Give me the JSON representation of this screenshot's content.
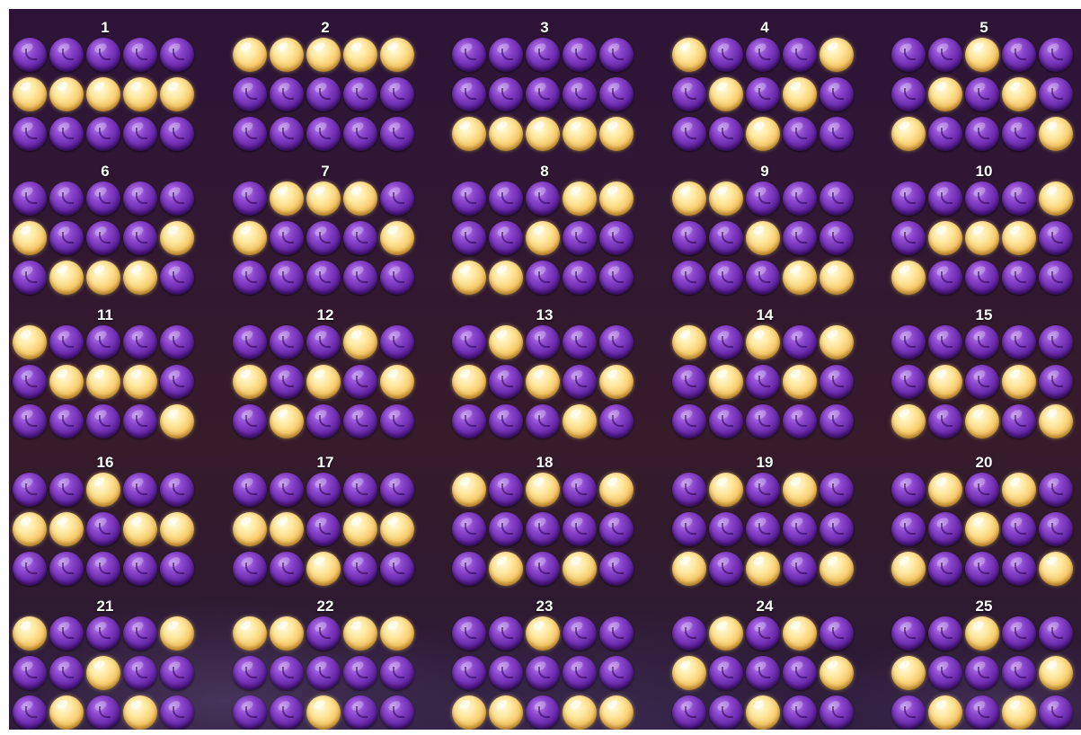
{
  "paylines": [
    {
      "label": "1",
      "rows": [
        [
          0,
          0,
          0,
          0,
          0
        ],
        [
          1,
          1,
          1,
          1,
          1
        ],
        [
          0,
          0,
          0,
          0,
          0
        ]
      ]
    },
    {
      "label": "2",
      "rows": [
        [
          1,
          1,
          1,
          1,
          1
        ],
        [
          0,
          0,
          0,
          0,
          0
        ],
        [
          0,
          0,
          0,
          0,
          0
        ]
      ]
    },
    {
      "label": "3",
      "rows": [
        [
          0,
          0,
          0,
          0,
          0
        ],
        [
          0,
          0,
          0,
          0,
          0
        ],
        [
          1,
          1,
          1,
          1,
          1
        ]
      ]
    },
    {
      "label": "4",
      "rows": [
        [
          1,
          0,
          0,
          0,
          1
        ],
        [
          0,
          1,
          0,
          1,
          0
        ],
        [
          0,
          0,
          1,
          0,
          0
        ]
      ]
    },
    {
      "label": "5",
      "rows": [
        [
          0,
          0,
          1,
          0,
          0
        ],
        [
          0,
          1,
          0,
          1,
          0
        ],
        [
          1,
          0,
          0,
          0,
          1
        ]
      ]
    },
    {
      "label": "6",
      "rows": [
        [
          0,
          0,
          0,
          0,
          0
        ],
        [
          1,
          0,
          0,
          0,
          1
        ],
        [
          0,
          1,
          1,
          1,
          0
        ]
      ]
    },
    {
      "label": "7",
      "rows": [
        [
          0,
          1,
          1,
          1,
          0
        ],
        [
          1,
          0,
          0,
          0,
          1
        ],
        [
          0,
          0,
          0,
          0,
          0
        ]
      ]
    },
    {
      "label": "8",
      "rows": [
        [
          0,
          0,
          0,
          1,
          1
        ],
        [
          0,
          0,
          1,
          0,
          0
        ],
        [
          1,
          1,
          0,
          0,
          0
        ]
      ]
    },
    {
      "label": "9",
      "rows": [
        [
          1,
          1,
          0,
          0,
          0
        ],
        [
          0,
          0,
          1,
          0,
          0
        ],
        [
          0,
          0,
          0,
          1,
          1
        ]
      ]
    },
    {
      "label": "10",
      "rows": [
        [
          0,
          0,
          0,
          0,
          1
        ],
        [
          0,
          1,
          1,
          1,
          0
        ],
        [
          1,
          0,
          0,
          0,
          0
        ]
      ]
    },
    {
      "label": "11",
      "rows": [
        [
          1,
          0,
          0,
          0,
          0
        ],
        [
          0,
          1,
          1,
          1,
          0
        ],
        [
          0,
          0,
          0,
          0,
          1
        ]
      ]
    },
    {
      "label": "12",
      "rows": [
        [
          0,
          0,
          0,
          1,
          0
        ],
        [
          1,
          0,
          1,
          0,
          1
        ],
        [
          0,
          1,
          0,
          0,
          0
        ]
      ]
    },
    {
      "label": "13",
      "rows": [
        [
          0,
          1,
          0,
          0,
          0
        ],
        [
          1,
          0,
          1,
          0,
          1
        ],
        [
          0,
          0,
          0,
          1,
          0
        ]
      ]
    },
    {
      "label": "14",
      "rows": [
        [
          1,
          0,
          1,
          0,
          1
        ],
        [
          0,
          1,
          0,
          1,
          0
        ],
        [
          0,
          0,
          0,
          0,
          0
        ]
      ]
    },
    {
      "label": "15",
      "rows": [
        [
          0,
          0,
          0,
          0,
          0
        ],
        [
          0,
          1,
          0,
          1,
          0
        ],
        [
          1,
          0,
          1,
          0,
          1
        ]
      ]
    },
    {
      "label": "16",
      "rows": [
        [
          0,
          0,
          1,
          0,
          0
        ],
        [
          1,
          1,
          0,
          1,
          1
        ],
        [
          0,
          0,
          0,
          0,
          0
        ]
      ]
    },
    {
      "label": "17",
      "rows": [
        [
          0,
          0,
          0,
          0,
          0
        ],
        [
          1,
          1,
          0,
          1,
          1
        ],
        [
          0,
          0,
          1,
          0,
          0
        ]
      ]
    },
    {
      "label": "18",
      "rows": [
        [
          1,
          0,
          1,
          0,
          1
        ],
        [
          0,
          0,
          0,
          0,
          0
        ],
        [
          0,
          1,
          0,
          1,
          0
        ]
      ]
    },
    {
      "label": "19",
      "rows": [
        [
          0,
          1,
          0,
          1,
          0
        ],
        [
          0,
          0,
          0,
          0,
          0
        ],
        [
          1,
          0,
          1,
          0,
          1
        ]
      ]
    },
    {
      "label": "20",
      "rows": [
        [
          0,
          1,
          0,
          1,
          0
        ],
        [
          0,
          0,
          1,
          0,
          0
        ],
        [
          1,
          0,
          0,
          0,
          1
        ]
      ]
    },
    {
      "label": "21",
      "rows": [
        [
          1,
          0,
          0,
          0,
          1
        ],
        [
          0,
          0,
          1,
          0,
          0
        ],
        [
          0,
          1,
          0,
          1,
          0
        ]
      ]
    },
    {
      "label": "22",
      "rows": [
        [
          1,
          1,
          0,
          1,
          1
        ],
        [
          0,
          0,
          0,
          0,
          0
        ],
        [
          0,
          0,
          1,
          0,
          0
        ]
      ]
    },
    {
      "label": "23",
      "rows": [
        [
          0,
          0,
          1,
          0,
          0
        ],
        [
          0,
          0,
          0,
          0,
          0
        ],
        [
          1,
          1,
          0,
          1,
          1
        ]
      ]
    },
    {
      "label": "24",
      "rows": [
        [
          0,
          1,
          0,
          1,
          0
        ],
        [
          1,
          0,
          0,
          0,
          1
        ],
        [
          0,
          0,
          1,
          0,
          0
        ]
      ]
    },
    {
      "label": "25",
      "rows": [
        [
          0,
          0,
          1,
          0,
          0
        ],
        [
          1,
          0,
          0,
          0,
          1
        ],
        [
          0,
          1,
          0,
          1,
          0
        ]
      ]
    }
  ],
  "colors": {
    "active_symbol": "#f6c765",
    "inactive_symbol": "#6526a6",
    "background": "#33192e",
    "label_text": "#ffffff"
  },
  "icons": {
    "active_symbol": "gold-orb-icon",
    "inactive_symbol": "purple-orb-icon"
  }
}
